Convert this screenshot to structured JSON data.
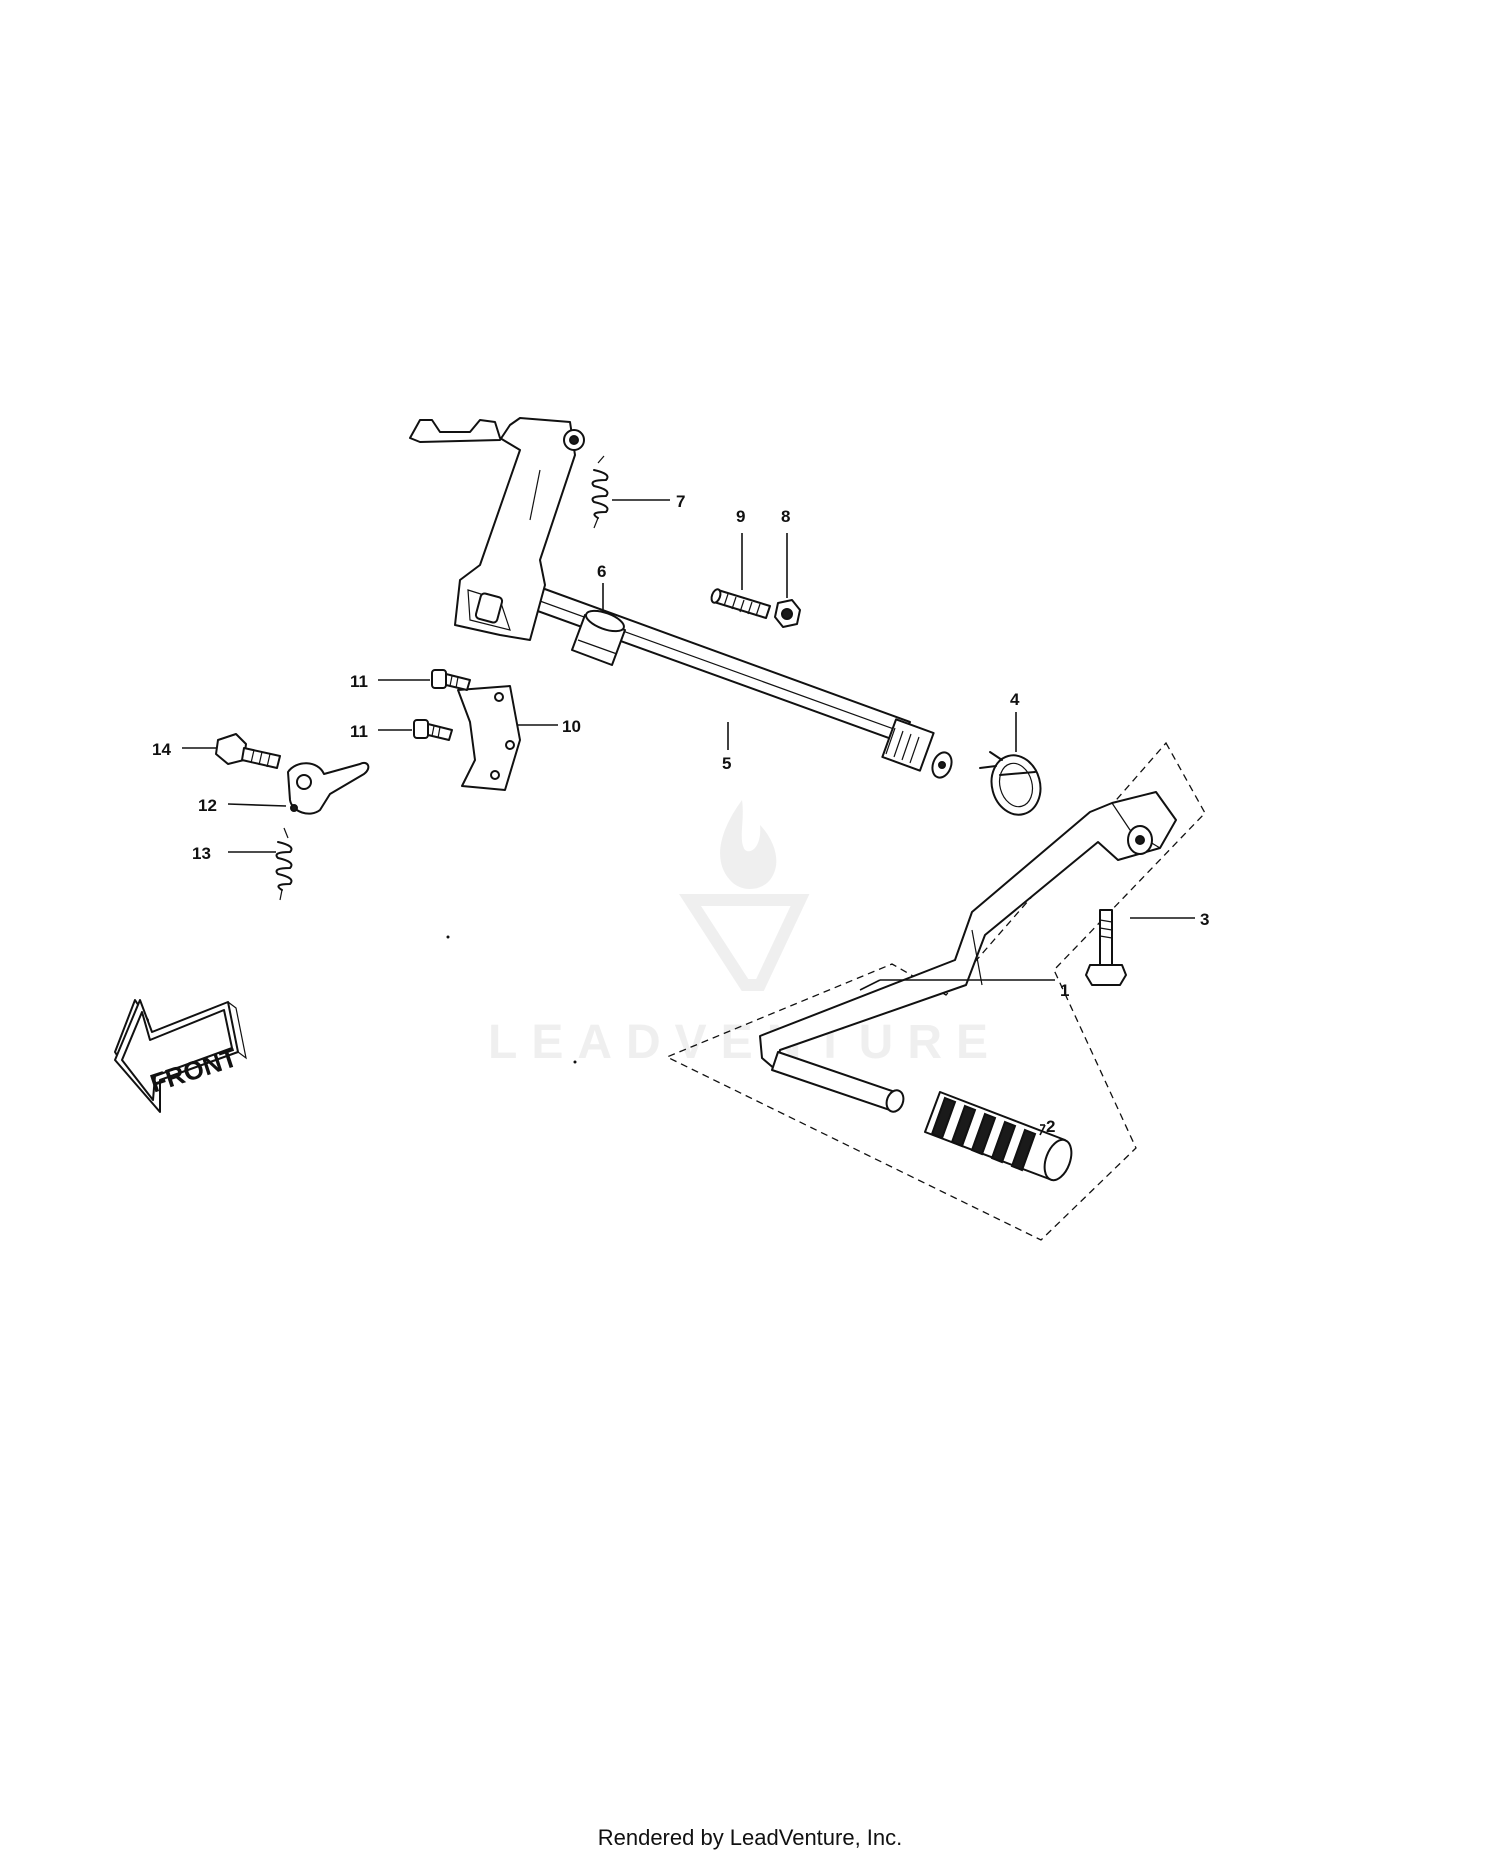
{
  "watermark": {
    "text": "LEADVENTURE"
  },
  "front_marker": {
    "text": "FRONT"
  },
  "callouts": [
    {
      "number": "1"
    },
    {
      "number": "2"
    },
    {
      "number": "3"
    },
    {
      "number": "4"
    },
    {
      "number": "5"
    },
    {
      "number": "6"
    },
    {
      "number": "7"
    },
    {
      "number": "8"
    },
    {
      "number": "9"
    },
    {
      "number": "10"
    },
    {
      "number": "11"
    },
    {
      "number": "11"
    },
    {
      "number": "12"
    },
    {
      "number": "13"
    },
    {
      "number": "14"
    }
  ],
  "footer": {
    "text": "Rendered by LeadVenture, Inc."
  }
}
